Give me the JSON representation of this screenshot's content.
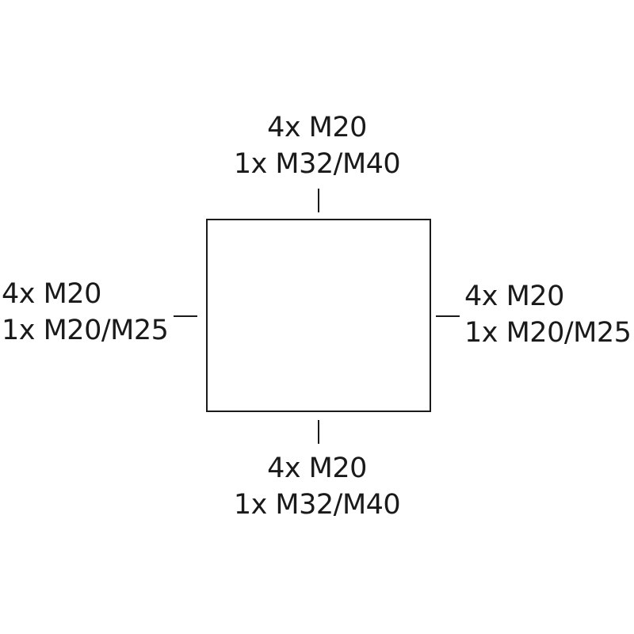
{
  "top": {
    "line1": "4x M20",
    "line2": "1x M32/M40"
  },
  "bottom": {
    "line1": "4x M20",
    "line2": "1x M32/M40"
  },
  "left": {
    "line1": "4x M20",
    "line2": "1x M20/M25"
  },
  "right": {
    "line1": "4x M20",
    "line2": "1x M20/M25"
  }
}
